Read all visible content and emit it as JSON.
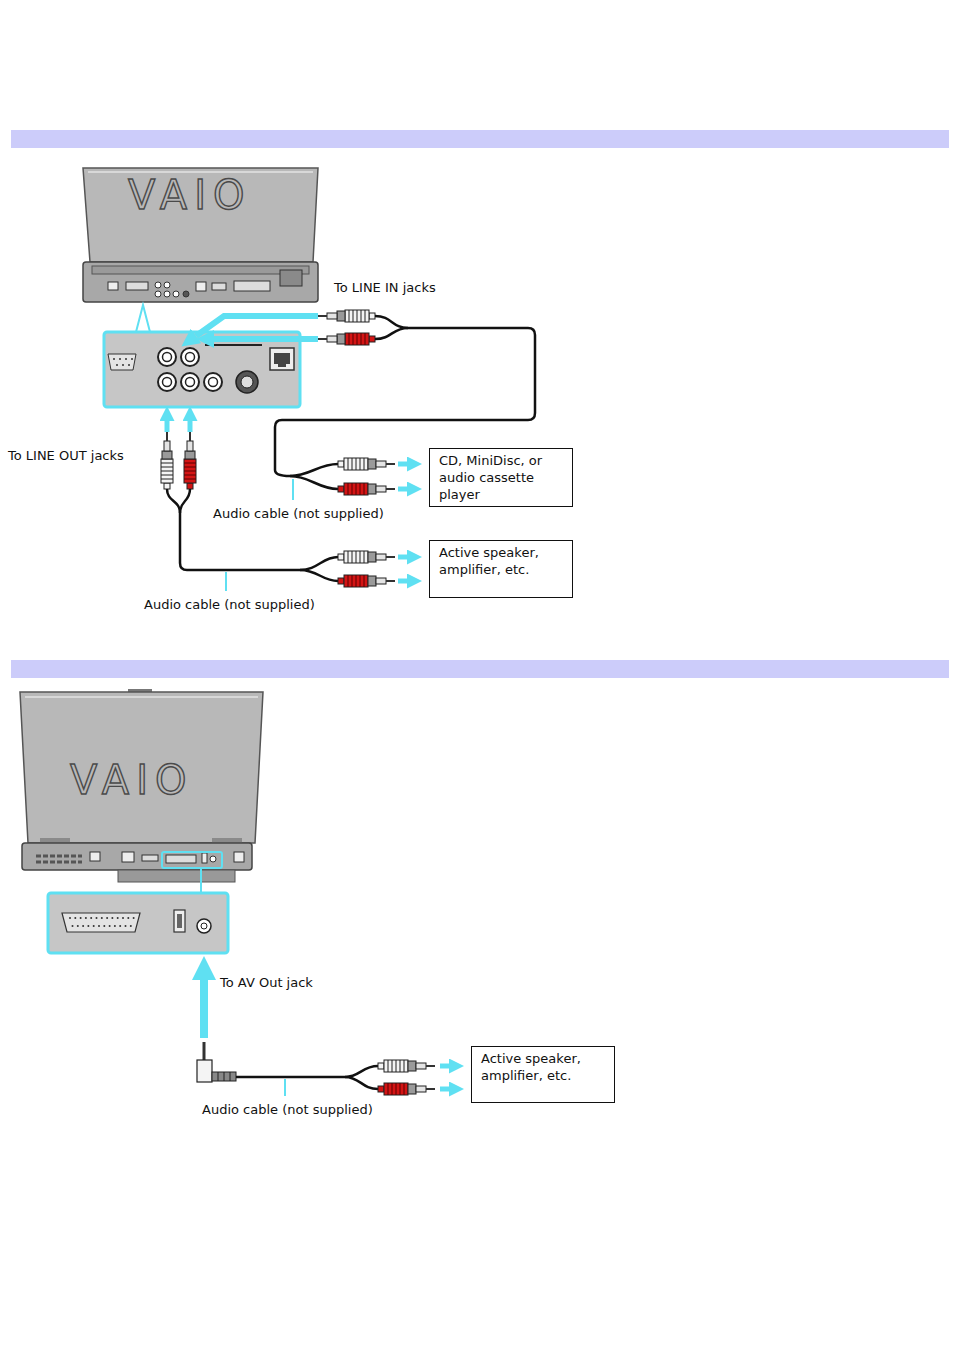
{
  "diagram": {
    "nodes": [
      {
        "text": [
          "CD, MiniDisc, or audio cassette player"
        ]
      },
      {
        "text": [
          "Active speaker, amplifier, etc."
        ]
      },
      {
        "text": [
          "Active speaker, amplifier, etc."
        ]
      }
    ],
    "labels": [
      "VAIO",
      "To LINE IN jacks",
      "To LINE OUT jacks",
      "Audio cable (not supplied)",
      "Audio cable (not supplied)",
      "VAIO",
      "To AV Out jack",
      "Audio cable (not supplied)"
    ]
  }
}
